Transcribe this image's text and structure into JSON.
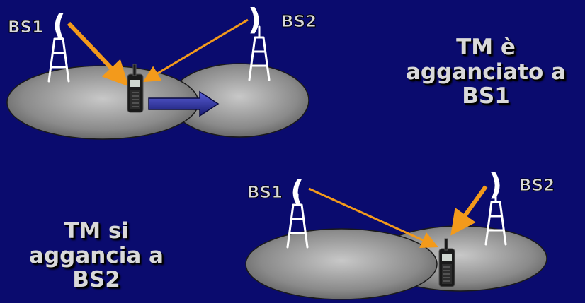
{
  "scenes": [
    {
      "bs_labels": [
        "BS1",
        "BS2"
      ],
      "caption_lines": [
        "TM è",
        "agganciato a",
        "BS1"
      ]
    },
    {
      "bs_labels": [
        "BS1",
        "BS2"
      ],
      "caption_lines": [
        "TM si",
        "aggancia a",
        "BS2"
      ]
    }
  ],
  "colors": {
    "background": "#0a0b6e",
    "label": "#d9d9d9",
    "strong_link": "#f39a1b",
    "weak_link": "#f39a1b",
    "cell": "#b4b4b4",
    "movement_arrow": "#2b2f9c"
  },
  "icons": [
    "antenna-tower-icon",
    "radio-wave-icon",
    "mobile-phone-icon",
    "movement-arrow-icon"
  ]
}
